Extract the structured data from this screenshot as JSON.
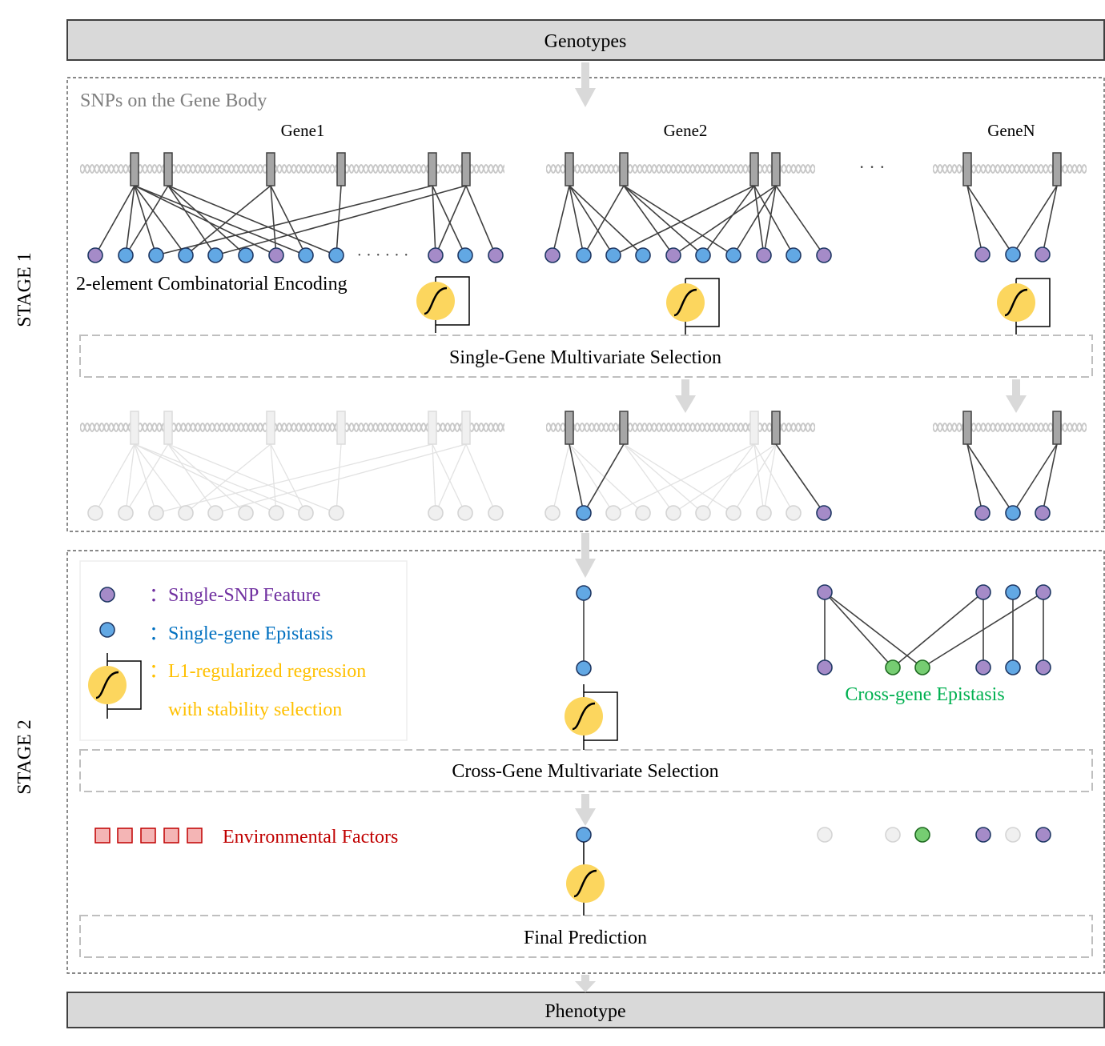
{
  "header": {
    "genotypes": "Genotypes",
    "phenotype": "Phenotype"
  },
  "stages": {
    "stage1": "STAGE 1",
    "stage2": "STAGE 2"
  },
  "stage1": {
    "section_title": "SNPs on the Gene Body",
    "genes": [
      "Gene1",
      "Gene2",
      "GeneN"
    ],
    "gene_ellipsis": "· · ·",
    "row_ellipsis": "· · · · · ·",
    "encoding_label": "2-element  Combinatorial  Encoding",
    "selection_label": "Single-Gene  Multivariate  Selection"
  },
  "legend": {
    "single_snp": "：Single-SNP Feature",
    "single_gene_epistasis": "：Single-gene  Epistasis",
    "regression_line1": "：L1-regularized  regression",
    "regression_line2": "with  stability  selection"
  },
  "stage2": {
    "cross_gene_epistasis": "Cross-gene  Epistasis",
    "selection_label": "Cross-Gene  Multivariate  Selection",
    "environmental_factors": "Environmental  Factors",
    "final_prediction": "Final Prediction"
  },
  "colors": {
    "purple": "#a58bc8",
    "blue": "#62a8e4",
    "green": "#76cd72",
    "yellow": "#fcd65e",
    "red": "#f4b5b5",
    "legend_purple": "#7030a0",
    "legend_blue": "#0070c0",
    "legend_yellow": "#ffc000",
    "legend_green": "#00b050",
    "legend_red": "#c00000",
    "header_fill": "#d9d9d9"
  }
}
